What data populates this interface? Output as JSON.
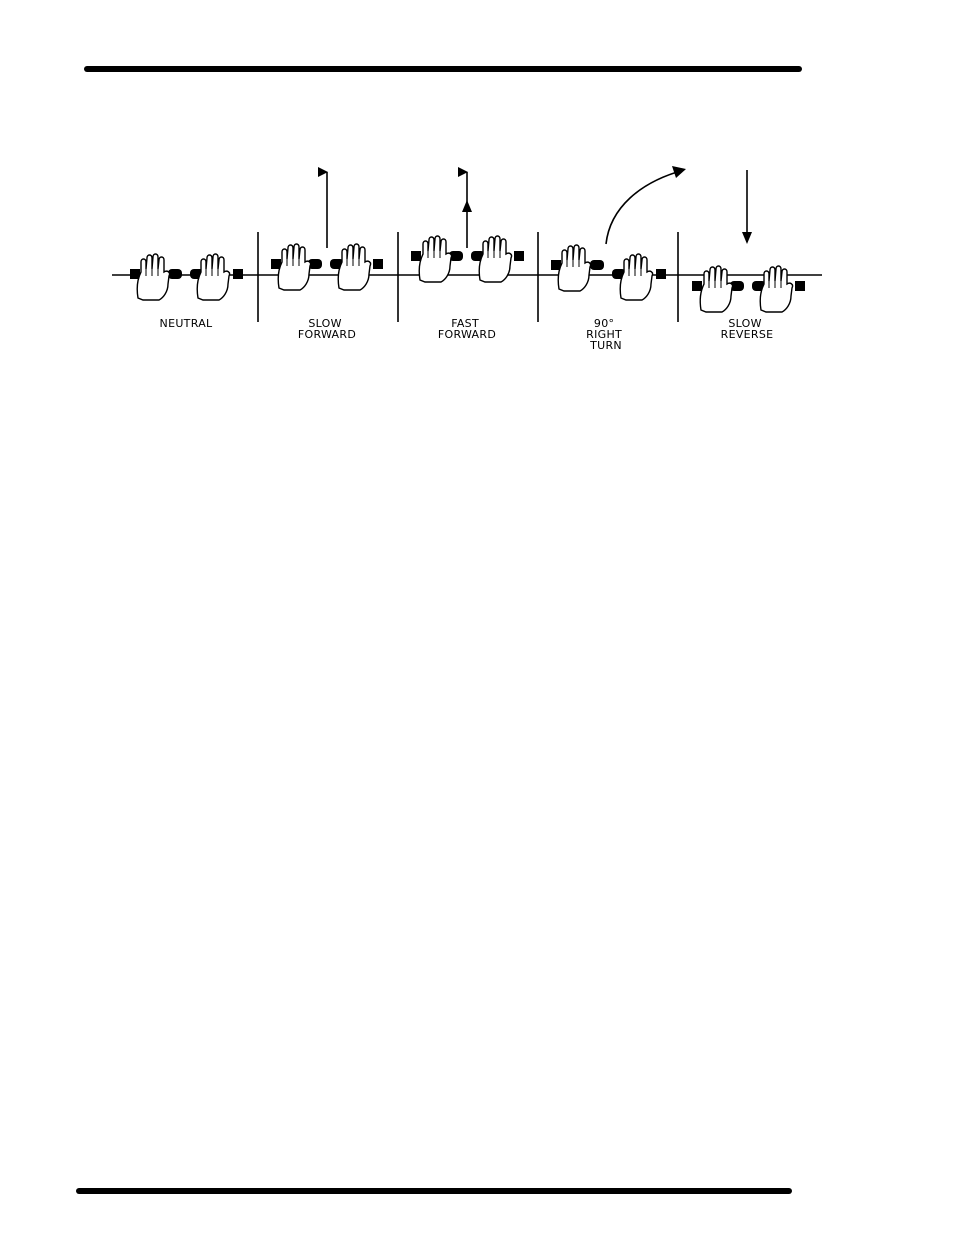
{
  "panels": [
    {
      "key": "neutral",
      "lines": [
        "NEUTRAL"
      ]
    },
    {
      "key": "slow-forward",
      "lines": [
        "SLOW",
        "FORWARD"
      ]
    },
    {
      "key": "fast-forward",
      "lines": [
        "FAST",
        "FORWARD"
      ]
    },
    {
      "key": "right-turn",
      "lines": [
        "90°",
        "RIGHT",
        "TURN"
      ]
    },
    {
      "key": "slow-reverse",
      "lines": [
        "SLOW",
        "REVERSE"
      ]
    }
  ],
  "colors": {
    "ink": "#000000",
    "paper": "#ffffff"
  }
}
